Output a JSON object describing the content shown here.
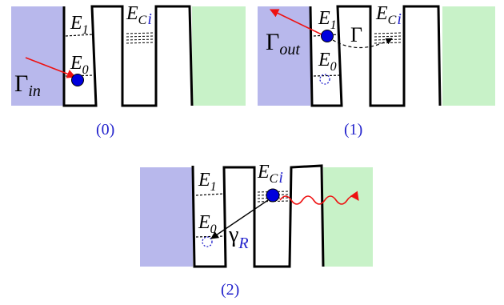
{
  "colors": {
    "left_lead": "#b8b8ec",
    "right_lead": "#c8f2c8",
    "electron": "#0000dd",
    "arrow": "#ee1111",
    "subscript_accent": "#2222cc",
    "caption": "#2222cc"
  },
  "panels": [
    {
      "caption": "(0)",
      "level_upper": {
        "base": "E",
        "sub": "1"
      },
      "level_lower": {
        "base": "E",
        "sub": "0"
      },
      "level_collector": {
        "base": "E",
        "sub": "C",
        "subsub": "i"
      },
      "rate_label": {
        "base": "Γ",
        "sub": "in"
      }
    },
    {
      "caption": "(1)",
      "level_upper": {
        "base": "E",
        "sub": "1"
      },
      "level_lower": {
        "base": "E",
        "sub": "0"
      },
      "level_collector": {
        "base": "E",
        "sub": "C",
        "subsub": "i"
      },
      "rate_out_label": {
        "base": "Γ",
        "sub": "out"
      },
      "rate_label": {
        "base": "Γ"
      }
    },
    {
      "caption": "(2)",
      "level_upper": {
        "base": "E",
        "sub": "1"
      },
      "level_lower": {
        "base": "E",
        "sub": "0"
      },
      "level_collector": {
        "base": "E",
        "sub": "C",
        "subsub": "i"
      },
      "rate_label": {
        "base": "γ",
        "sub": "R"
      }
    }
  ]
}
